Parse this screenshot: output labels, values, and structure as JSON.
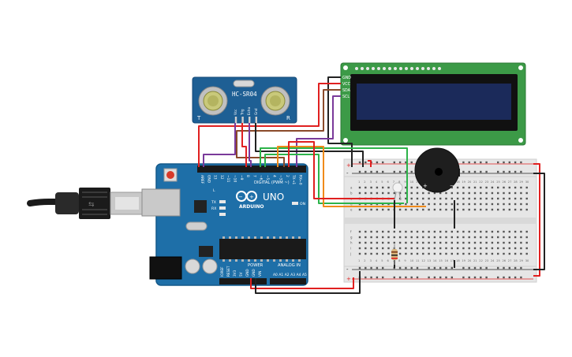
{
  "sensor": {
    "model": "HC-SR04",
    "pins": [
      "Vcc",
      "Trig",
      "Echo",
      "Gnd"
    ],
    "side_left": "T",
    "side_right": "R"
  },
  "lcd": {
    "pins": [
      "GND",
      "VCC",
      "SDA",
      "SCL"
    ]
  },
  "arduino": {
    "brand": "ARDUINO",
    "model": "UNO",
    "digital_label": "DIGITAL (PWM ~)",
    "power_label": "POWER",
    "analog_label": "ANALOG IN",
    "on_label": "ON",
    "tx_label": "TX",
    "rx_label": "RX",
    "l_label": "L",
    "digital_pins": [
      "AREF",
      "GND",
      "13",
      "12",
      "~11",
      "~10",
      "~9",
      "8",
      "7",
      "~6",
      "~5",
      "4",
      "~3",
      "2",
      "TX→1",
      "RX←0"
    ],
    "power_pins": [
      "IOREF",
      "RESET",
      "3V3",
      "5V",
      "GND",
      "GND",
      "VIN"
    ],
    "analog_pins": [
      "A0",
      "A1",
      "A2",
      "A3",
      "A4",
      "A5"
    ]
  },
  "breadboard": {
    "rail_minus": "-",
    "rail_plus": "+",
    "column_numbers": [
      "1",
      "2",
      "3",
      "4",
      "5",
      "6",
      "7",
      "8",
      "9",
      "10",
      "11",
      "12",
      "13",
      "14",
      "15",
      "16",
      "17",
      "18",
      "19",
      "20",
      "21",
      "22",
      "23",
      "24",
      "25",
      "26",
      "27",
      "28",
      "29",
      "30"
    ],
    "row_letters_top": [
      "a",
      "b",
      "c",
      "d",
      "e"
    ],
    "row_letters_bottom": [
      "f",
      "g",
      "h",
      "i",
      "j"
    ]
  },
  "buzzer": {
    "plus": "+",
    "minus": "−"
  },
  "colors": {
    "arduino_blue": "#1e6fa8",
    "lcd_board_green": "#3c9a47",
    "lcd_screen": "#1b2a5a",
    "wire_red": "#e02020",
    "wire_black": "#222222",
    "wire_green": "#2db34a",
    "wire_orange": "#f08a1a",
    "wire_purple": "#7a3a9a",
    "wire_brown": "#8a4a2a"
  }
}
